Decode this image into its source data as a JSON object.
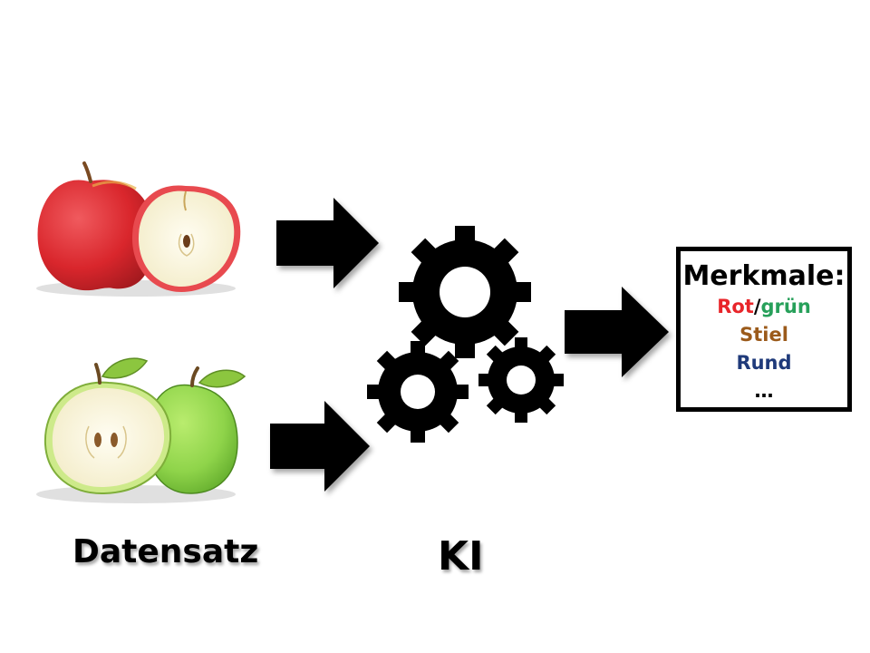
{
  "labels": {
    "dataset": "Datensatz",
    "ai": "KI"
  },
  "features": {
    "title": "Merkmale:",
    "items": [
      {
        "parts": [
          "Rot",
          "/",
          "grün"
        ],
        "colors": [
          "#e8252a",
          "#000000",
          "#27a05a"
        ]
      },
      {
        "text": "Stiel",
        "color": "#9b5a1a"
      },
      {
        "text": "Rund",
        "color": "#1f3a7a"
      },
      {
        "text": "…",
        "color": "#000000"
      }
    ]
  },
  "icons": {
    "red_apple": "red-apple-icon",
    "green_apple": "green-apple-icon",
    "gears": "gears-icon",
    "arrow": "right-arrow-icon"
  },
  "colors": {
    "red_apple": "#d9262c",
    "green_apple": "#8fd44a",
    "apple_flesh": "#fdf9e4",
    "leaf": "#8cc63f"
  }
}
